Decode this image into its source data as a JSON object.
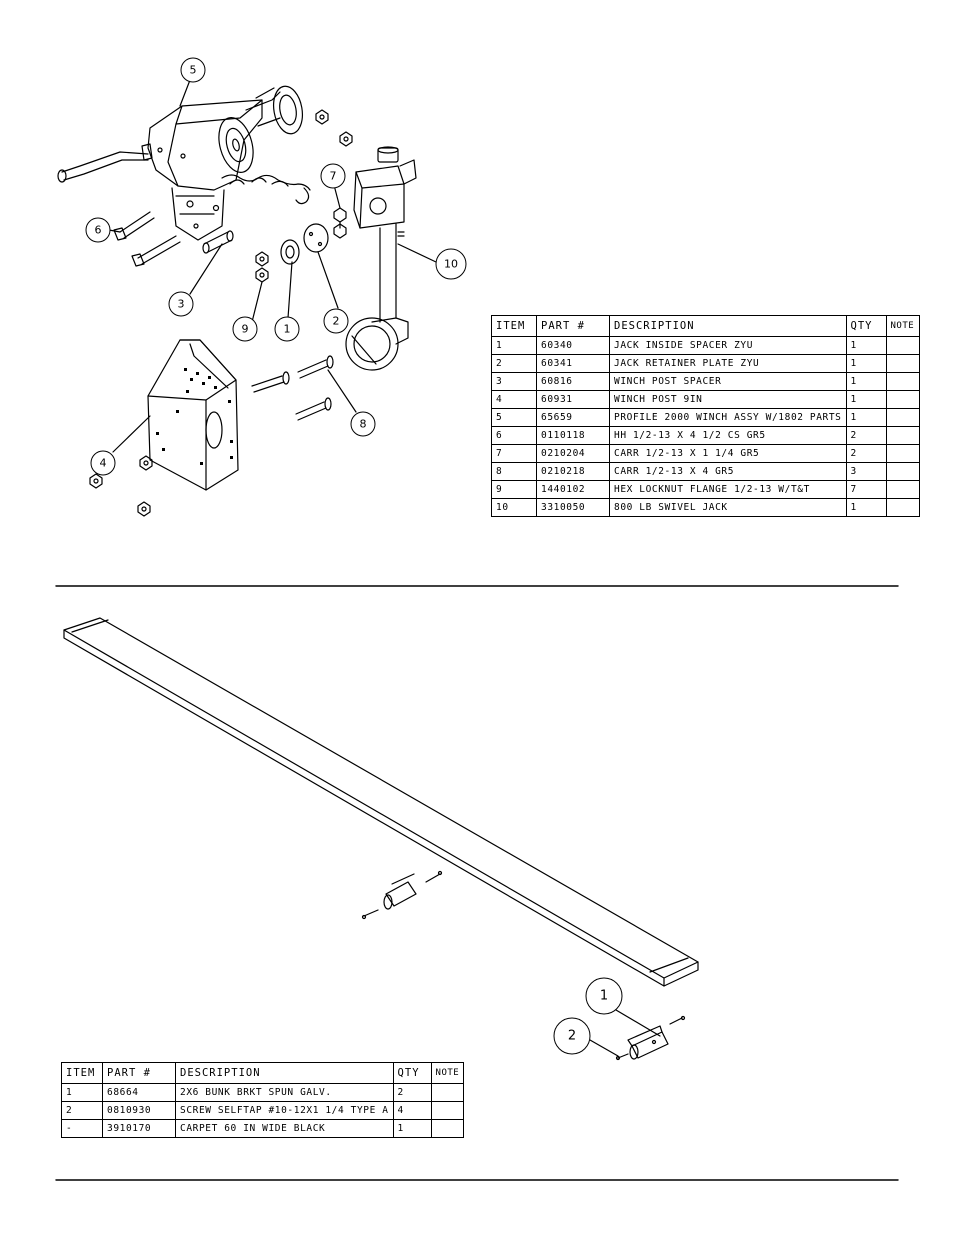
{
  "top_assembly": {
    "callouts": [
      "5",
      "7",
      "6",
      "10",
      "3",
      "9",
      "1",
      "2",
      "8",
      "4"
    ],
    "table": {
      "headers": {
        "item": "ITEM",
        "part": "PART #",
        "description": "DESCRIPTION",
        "qty": "QTY",
        "note": "NOTE"
      },
      "rows": [
        {
          "item": "1",
          "part": "60340",
          "description": "JACK INSIDE SPACER ZYU",
          "qty": "1",
          "note": ""
        },
        {
          "item": "2",
          "part": "60341",
          "description": "JACK RETAINER PLATE ZYU",
          "qty": "1",
          "note": ""
        },
        {
          "item": "3",
          "part": "60816",
          "description": "WINCH POST SPACER",
          "qty": "1",
          "note": ""
        },
        {
          "item": "4",
          "part": "60931",
          "description": "WINCH POST 9IN",
          "qty": "1",
          "note": ""
        },
        {
          "item": "5",
          "part": "65659",
          "description": "PROFILE 2000 WINCH ASSY W/1802 PARTS",
          "qty": "1",
          "note": ""
        },
        {
          "item": "6",
          "part": "0110118",
          "description": "HH 1/2-13 X 4 1/2 CS GR5",
          "qty": "2",
          "note": ""
        },
        {
          "item": "7",
          "part": "0210204",
          "description": "CARR 1/2-13 X 1 1/4 GR5",
          "qty": "2",
          "note": ""
        },
        {
          "item": "8",
          "part": "0210218",
          "description": "CARR 1/2-13 X 4 GR5",
          "qty": "3",
          "note": ""
        },
        {
          "item": "9",
          "part": "1440102",
          "description": "HEX LOCKNUT FLANGE 1/2-13 W/T&T",
          "qty": "7",
          "note": ""
        },
        {
          "item": "10",
          "part": "3310050",
          "description": "800 LB SWIVEL JACK",
          "qty": "1",
          "note": ""
        }
      ]
    }
  },
  "bottom_assembly": {
    "callouts": [
      "1",
      "2"
    ],
    "table": {
      "headers": {
        "item": "ITEM",
        "part": "PART #",
        "description": "DESCRIPTION",
        "qty": "QTY",
        "note": "NOTE"
      },
      "rows": [
        {
          "item": "1",
          "part": "68664",
          "description": "2X6 BUNK BRKT SPUN GALV.",
          "qty": "2",
          "note": ""
        },
        {
          "item": "2",
          "part": "0810930",
          "description": "SCREW SELFTAP #10-12X1 1/4 TYPE A",
          "qty": "4",
          "note": ""
        },
        {
          "item": "-",
          "part": "3910170",
          "description": "CARPET 60 IN WIDE BLACK",
          "qty": "1",
          "note": ""
        }
      ]
    }
  }
}
